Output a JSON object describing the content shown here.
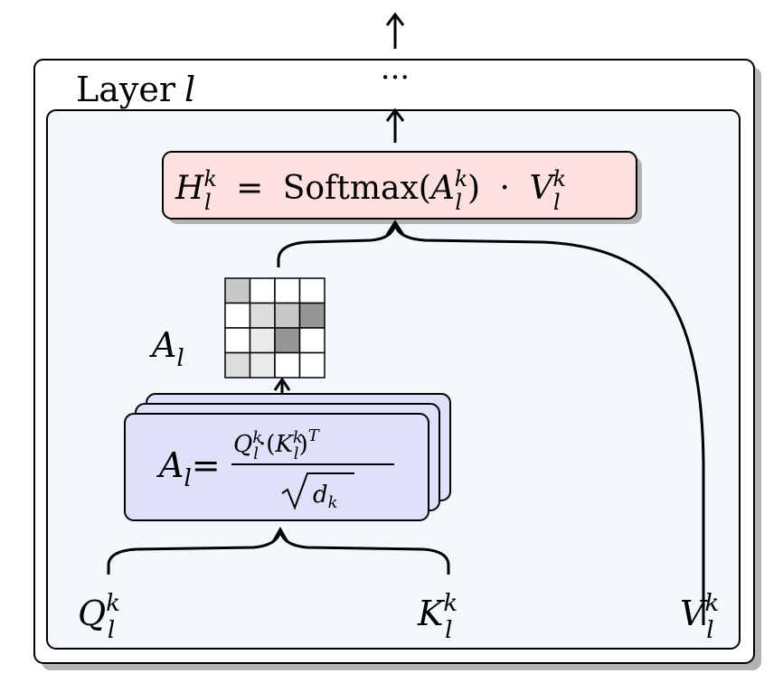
{
  "layer_label": {
    "word": "Layer",
    "var": "l"
  },
  "top_dots": "···",
  "softmax_box": {
    "lhs_var": "H",
    "lhs_sub": "l",
    "lhs_sup": "k",
    "equals": "=",
    "func": "Softmax",
    "paren_open": "(",
    "arg_var": "A",
    "arg_sub": "l",
    "arg_sup": "k",
    "paren_close": ")",
    "dot": "·",
    "rhs_var": "V",
    "rhs_sub": "l",
    "rhs_sup": "k",
    "fill": "#fde0e0"
  },
  "attention_label": {
    "var": "A",
    "sub": "l"
  },
  "attention_matrix": {
    "rows": 4,
    "cols": 4,
    "cells": [
      [
        "#c8c8c8",
        "#ffffff",
        "#ffffff",
        "#ffffff"
      ],
      [
        "#ffffff",
        "#dcdcdc",
        "#c8c8c8",
        "#969696"
      ],
      [
        "#ffffff",
        "#ebebeb",
        "#969696",
        "#ffffff"
      ],
      [
        "#dcdcdc",
        "#ebebeb",
        "#ffffff",
        "#ffffff"
      ]
    ]
  },
  "score_box": {
    "lhs_var": "A",
    "lhs_sub": "l",
    "equals": "=",
    "num_q": "Q",
    "num_q_sub": "l",
    "num_q_sup": "k",
    "num_dot": "·",
    "num_open": "(",
    "num_k": "K",
    "num_k_sub": "l",
    "num_k_sup": "k",
    "num_close": ")",
    "num_T": "T",
    "den_var": "d",
    "den_sub": "k",
    "fill": "#e0e0fb"
  },
  "inputs": {
    "q": {
      "var": "Q",
      "sub": "l",
      "sup": "k"
    },
    "k": {
      "var": "K",
      "sub": "l",
      "sup": "k"
    },
    "v": {
      "var": "V",
      "sub": "l",
      "sup": "k"
    }
  },
  "colors": {
    "outer_fill": "#ffffff",
    "inner_fill": "#f2f8fc",
    "shadow": "#b3b3b3"
  }
}
